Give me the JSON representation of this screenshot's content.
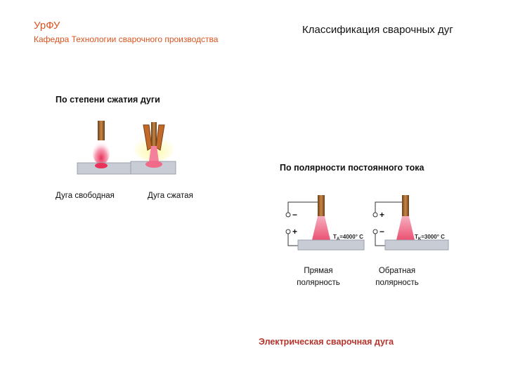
{
  "header": {
    "organization": "УрФУ",
    "department": "Кафедра Технологии сварочного производства",
    "title": "Классификация сварочных дуг"
  },
  "compression": {
    "heading": "По степени сжатия дуги",
    "free_label": "Дуга свободная",
    "compressed_label": "Дуга сжатая"
  },
  "polarity": {
    "heading": "По полярности постоянного тока",
    "direct": {
      "line1": "Прямая",
      "line2": "полярность",
      "top_sign": "−",
      "bottom_sign": "+",
      "temp_text": "4000° C",
      "temp_prefix": "T",
      "temp_sub": "A",
      "temp_eq": "="
    },
    "reverse": {
      "line1": "Обратная",
      "line2": "полярность",
      "top_sign": "+",
      "bottom_sign": "−",
      "temp_text": "3000° C",
      "temp_prefix": "T",
      "temp_sub": "K",
      "temp_eq": "="
    }
  },
  "footer": {
    "text": "Электрическая сварочная дуга"
  },
  "colors": {
    "header": "#d9531e",
    "footer": "#b4342c",
    "electrode": "#8b5a2b",
    "arc": "#f06a8a",
    "plate": "#c8ccd4"
  }
}
